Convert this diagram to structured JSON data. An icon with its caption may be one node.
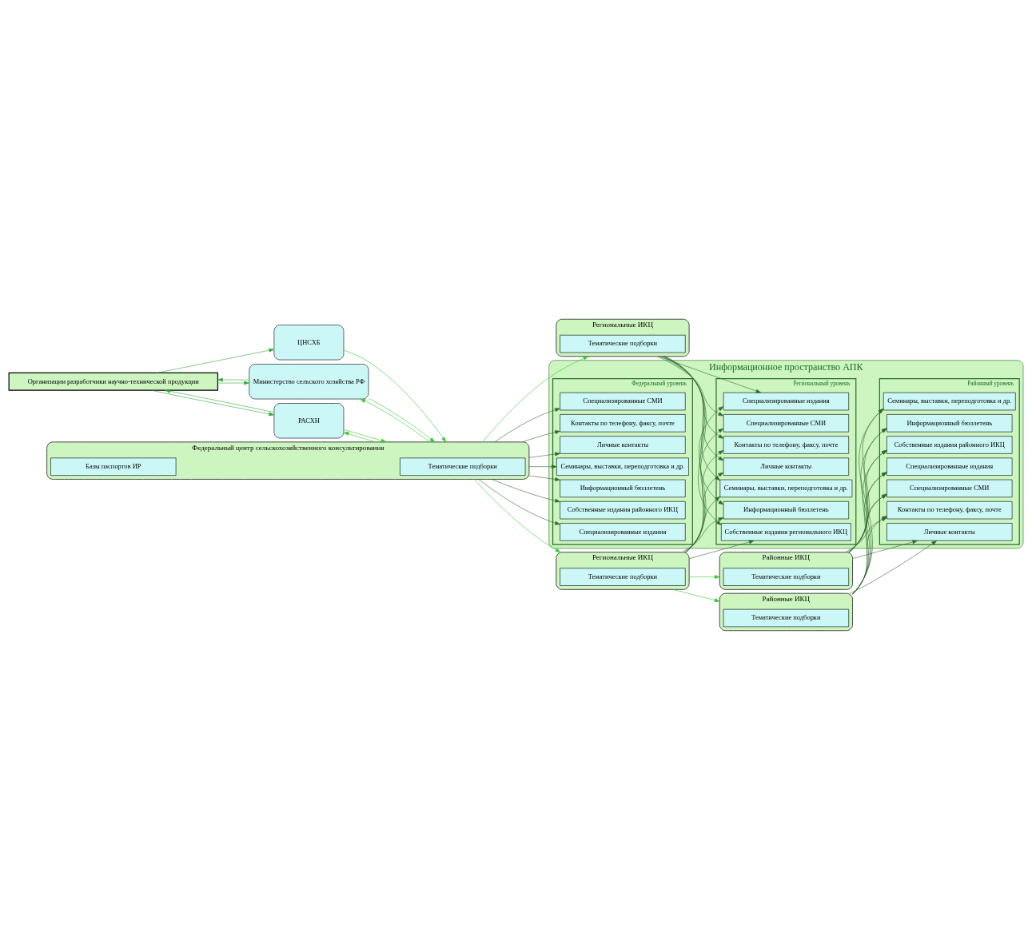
{
  "diagram": {
    "nodes": [
      {
        "text": [
          "Организации разработчики научно-технической продукции"
        ]
      },
      {
        "text": [
          "Министерство сельского хозяйства РФ"
        ]
      },
      {
        "text": [
          "РАСХН"
        ]
      },
      {
        "text": [
          "ЦНСХБ"
        ]
      },
      {
        "text": [
          "Федеральный центр сельскохозяйственного консультирования"
        ]
      },
      {
        "text": [
          "Базы паспортов ИР"
        ],
        "in": 4
      },
      {
        "text": [
          "Тематические подборки"
        ],
        "in": 4
      },
      {
        "text": [
          "Региональные ИКЦ"
        ]
      },
      {
        "text": [
          "Тематические подборки"
        ],
        "in": 7
      },
      {
        "text": [
          "Региональные ИКЦ"
        ]
      },
      {
        "text": [
          "Тематические подборки"
        ],
        "in": 9
      },
      {
        "text": [
          "Районные ИКЦ"
        ]
      },
      {
        "text": [
          "Тематические подборки"
        ],
        "in": 11
      },
      {
        "text": [
          "Районные ИКЦ"
        ]
      },
      {
        "text": [
          "Тематические подборки"
        ],
        "in": 13
      },
      {
        "text": [
          "Информационное пространство АПК"
        ]
      },
      {
        "text": [
          "Федеральный уровень"
        ],
        "in": 15
      },
      {
        "text": [
          "Информационный бюллетень"
        ],
        "in": 16
      },
      {
        "text": [
          "Собственные издания районного ИКЦ"
        ],
        "in": 16
      },
      {
        "text": [
          "Специализированные издания"
        ],
        "in": 16
      },
      {
        "text": [
          "Специализированные СМИ"
        ],
        "in": 16
      },
      {
        "text": [
          "Контакты по телефону, факсу, почте"
        ],
        "in": 16
      },
      {
        "text": [
          "Личные контакты"
        ],
        "in": 16
      },
      {
        "text": [
          "Семинары, выставки, переподготовка и др."
        ],
        "in": 16
      },
      {
        "text": [
          "Региональный уровень"
        ],
        "in": 15
      },
      {
        "text": [
          "Информационный бюллетень"
        ],
        "in": 24
      },
      {
        "text": [
          "Собственные издания регионального ИКЦ"
        ],
        "in": 24
      },
      {
        "text": [
          "Специализированные издания"
        ],
        "in": 24
      },
      {
        "text": [
          "Специализированные СМИ"
        ],
        "in": 24
      },
      {
        "text": [
          "Контакты по телефону, факсу, почте"
        ],
        "in": 24
      },
      {
        "text": [
          "Личные контакты"
        ],
        "in": 24
      },
      {
        "text": [
          "Семинары, выставки, переподготовка и др."
        ],
        "in": 24
      },
      {
        "text": [
          "Районный уровень"
        ],
        "in": 15
      },
      {
        "text": [
          "Информационный бюллетень"
        ],
        "in": 32
      },
      {
        "text": [
          "Собственные издания районного ИКЦ"
        ],
        "in": 32
      },
      {
        "text": [
          "Специализированные издания"
        ],
        "in": 32
      },
      {
        "text": [
          "Специализированные СМИ"
        ],
        "in": 32
      },
      {
        "text": [
          "Контакты по телефону, факсу, почте"
        ],
        "in": 32
      },
      {
        "text": [
          "Личные контакты"
        ],
        "in": 32
      },
      {
        "text": [
          "Семинары, выставки, переподготовка и др."
        ],
        "in": 32
      }
    ],
    "edges": [
      {
        "from": 0,
        "to": 1,
        "arrow": "to",
        "color": "#33aa33"
      },
      {
        "from": 1,
        "to": 0,
        "arrow": "to",
        "color": "#33aa33"
      },
      {
        "from": 0,
        "to": 2,
        "arrow": "to",
        "color": "#33aa33"
      },
      {
        "from": 2,
        "to": 0,
        "arrow": "to",
        "color": "#33aa33"
      },
      {
        "from": 0,
        "to": 3,
        "arrow": "to",
        "color": "#33aa33"
      },
      {
        "from": 1,
        "to": 4,
        "arrow": "to",
        "color": "#33cc33"
      },
      {
        "from": 4,
        "to": 1,
        "arrow": "to",
        "color": "#33cc33"
      },
      {
        "from": 2,
        "to": 4,
        "arrow": "to",
        "color": "#33cc33"
      },
      {
        "from": 4,
        "to": 2,
        "arrow": "to",
        "color": "#33cc33"
      },
      {
        "from": 3,
        "to": 4,
        "arrow": "to",
        "color": "#33cc33"
      },
      {
        "from": 4,
        "to": 17,
        "arrow": "to"
      },
      {
        "from": 4,
        "to": 18,
        "arrow": "to"
      },
      {
        "from": 4,
        "to": 19,
        "arrow": "to"
      },
      {
        "from": 4,
        "to": 20,
        "arrow": "to"
      },
      {
        "from": 4,
        "to": 21,
        "arrow": "to"
      },
      {
        "from": 4,
        "to": 22,
        "arrow": "to"
      },
      {
        "from": 4,
        "to": 23,
        "arrow": "to"
      },
      {
        "from": 4,
        "to": 7,
        "arrow": "to",
        "color": "#33cc33"
      },
      {
        "from": 4,
        "to": 9,
        "arrow": "to",
        "color": "#33cc33"
      },
      {
        "from": 9,
        "to": 11,
        "arrow": "to",
        "color": "#33cc33"
      },
      {
        "from": 9,
        "to": 13,
        "arrow": "to",
        "color": "#33cc33"
      },
      {
        "from": 7,
        "to": 25,
        "arrow": "to"
      },
      {
        "from": 7,
        "to": 26,
        "arrow": "to"
      },
      {
        "from": 7,
        "to": 27,
        "arrow": "to"
      },
      {
        "from": 7,
        "to": 28,
        "arrow": "to"
      },
      {
        "from": 7,
        "to": 29,
        "arrow": "to"
      },
      {
        "from": 7,
        "to": 30,
        "arrow": "to"
      },
      {
        "from": 7,
        "to": 31,
        "arrow": "to"
      },
      {
        "from": 9,
        "to": 25,
        "arrow": "to"
      },
      {
        "from": 9,
        "to": 26,
        "arrow": "to"
      },
      {
        "from": 9,
        "to": 27,
        "arrow": "to"
      },
      {
        "from": 9,
        "to": 28,
        "arrow": "to"
      },
      {
        "from": 9,
        "to": 29,
        "arrow": "to"
      },
      {
        "from": 9,
        "to": 30,
        "arrow": "to"
      },
      {
        "from": 9,
        "to": 31,
        "arrow": "to"
      },
      {
        "from": 11,
        "to": 33,
        "arrow": "to"
      },
      {
        "from": 11,
        "to": 34,
        "arrow": "to"
      },
      {
        "from": 11,
        "to": 35,
        "arrow": "to"
      },
      {
        "from": 11,
        "to": 36,
        "arrow": "to"
      },
      {
        "from": 11,
        "to": 37,
        "arrow": "to"
      },
      {
        "from": 11,
        "to": 38,
        "arrow": "to"
      },
      {
        "from": 11,
        "to": 39,
        "arrow": "to"
      },
      {
        "from": 13,
        "to": 33,
        "arrow": "to"
      },
      {
        "from": 13,
        "to": 34,
        "arrow": "to"
      },
      {
        "from": 13,
        "to": 35,
        "arrow": "to"
      },
      {
        "from": 13,
        "to": 36,
        "arrow": "to"
      },
      {
        "from": 13,
        "to": 37,
        "arrow": "to"
      },
      {
        "from": 13,
        "to": 38,
        "arrow": "to"
      },
      {
        "from": 13,
        "to": 39,
        "arrow": "to"
      }
    ]
  }
}
